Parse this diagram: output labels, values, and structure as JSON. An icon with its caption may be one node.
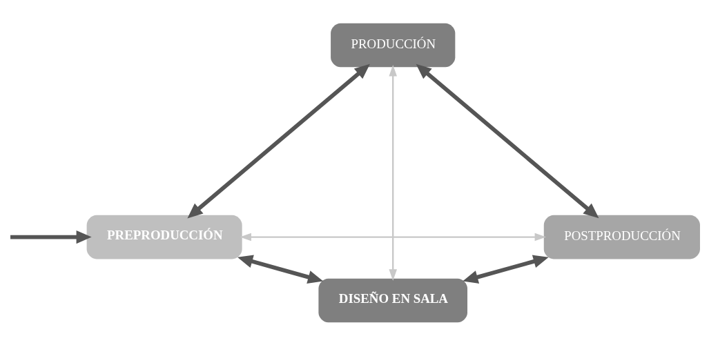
{
  "diagram": {
    "nodes": [
      {
        "text": [
          "PRODUCCIÓN"
        ]
      },
      {
        "text": [
          "PREPRODUCCIÓN"
        ]
      },
      {
        "text": [
          "POSTPRODUCCIÓN"
        ]
      },
      {
        "text": [
          "DISEÑO EN SALA"
        ]
      }
    ],
    "edges": [
      {
        "from": null,
        "to": 1,
        "arrow": "to"
      },
      {
        "from": 1,
        "to": 0,
        "arrow": "both"
      },
      {
        "from": 0,
        "to": 2,
        "arrow": "both"
      },
      {
        "from": 1,
        "to": 3,
        "arrow": "both"
      },
      {
        "from": 3,
        "to": 2,
        "arrow": "both"
      },
      {
        "from": 1,
        "to": 2,
        "arrow": "both",
        "color": "#c8c8c8"
      },
      {
        "from": 0,
        "to": 3,
        "arrow": "both",
        "color": "#c8c8c8"
      }
    ]
  }
}
